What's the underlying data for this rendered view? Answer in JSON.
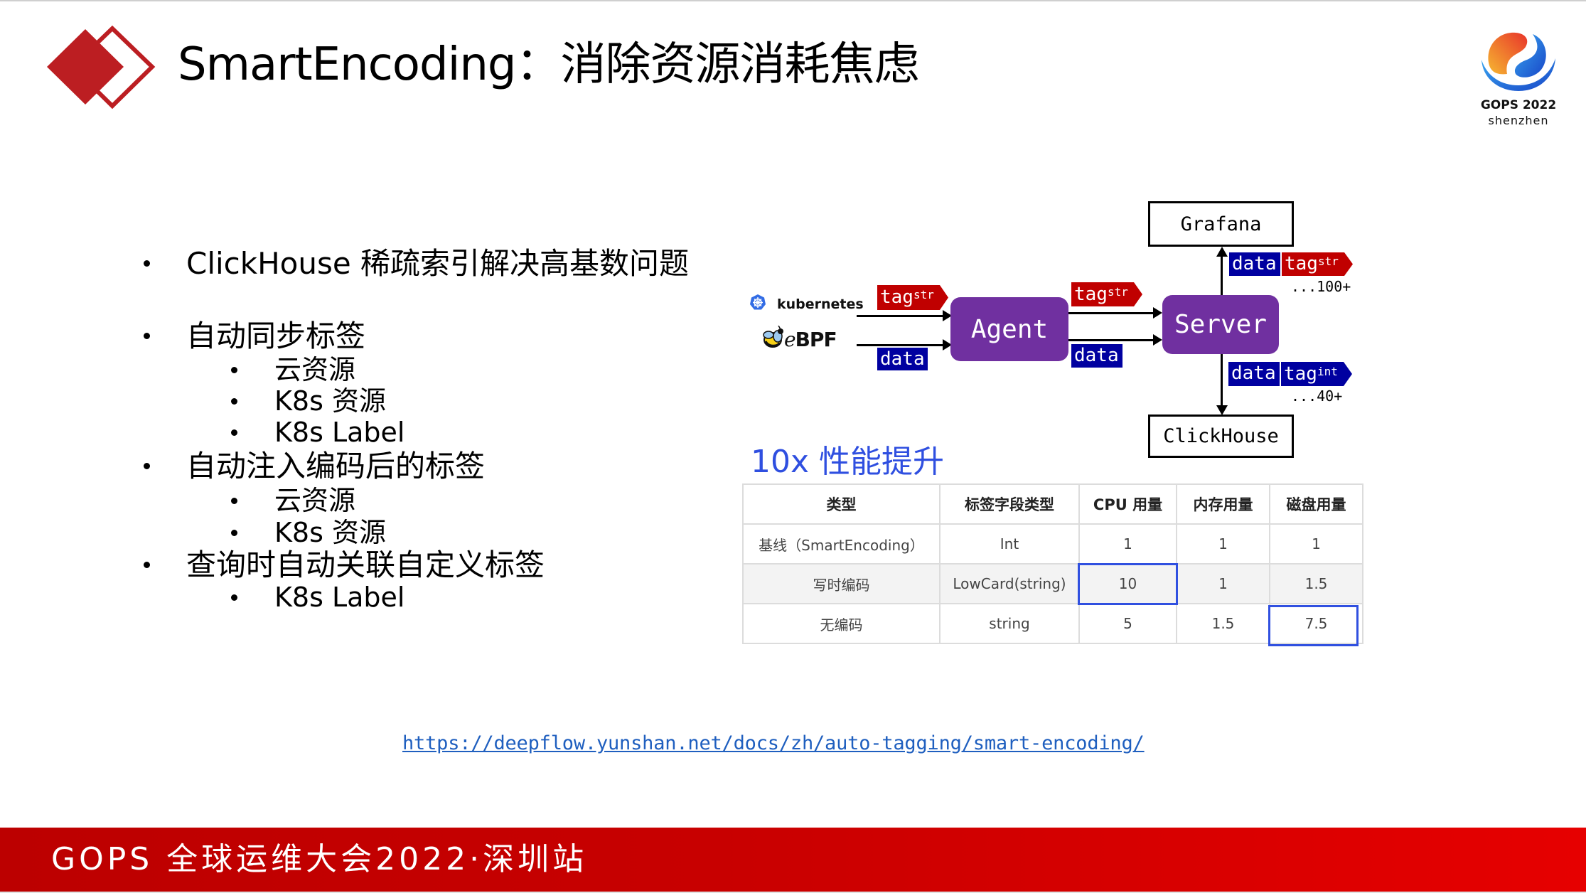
{
  "slide": {
    "title": "SmartEncoding：消除资源消耗焦虑",
    "logo": {
      "line1": "GOPS 2022",
      "line2": "shenzhen"
    }
  },
  "bullets": [
    {
      "level": 1,
      "text": "ClickHouse 稀疏索引解决高基数问题"
    },
    {
      "level": 1,
      "text": "自动同步标签"
    },
    {
      "level": 2,
      "text": "云资源"
    },
    {
      "level": 2,
      "text": "K8s 资源"
    },
    {
      "level": 2,
      "text": "K8s Label"
    },
    {
      "level": 1,
      "text": "自动注入编码后的标签"
    },
    {
      "level": 2,
      "text": "云资源"
    },
    {
      "level": 2,
      "text": "K8s 资源"
    },
    {
      "level": 1,
      "text": "查询时自动关联自定义标签"
    },
    {
      "level": 2,
      "text": "K8s Label"
    }
  ],
  "diagram": {
    "sources": {
      "kubernetes": "kubernetes",
      "ebpf": "eBPF"
    },
    "agent": "Agent",
    "server": "Server",
    "grafana": "Grafana",
    "clickhouse": "ClickHouse",
    "tag_label": "tag",
    "tag_sup_str": "str",
    "tag_sup_int": "int",
    "data_label": "data",
    "grafana_count": "...100+",
    "clickhouse_count": "...40+",
    "colors": {
      "tag_red": "#C00000",
      "data_blue": "#0000A0",
      "node_purple": "#7030A0"
    }
  },
  "perf": {
    "heading": "10x 性能提升",
    "headers": [
      "类型",
      "标签字段类型",
      "CPU 用量",
      "内存用量",
      "磁盘用量"
    ],
    "rows": [
      [
        "基线（SmartEncoding）",
        "Int",
        "1",
        "1",
        "1"
      ],
      [
        "写时编码",
        "LowCard(string)",
        "10",
        "1",
        "1.5"
      ],
      [
        "无编码",
        "string",
        "5",
        "1.5",
        "7.5"
      ]
    ],
    "highlight_color": "#3050E0"
  },
  "link": {
    "url": "https://deepflow.yunshan.net/docs/zh/auto-tagging/smart-encoding/"
  },
  "footer": {
    "text": "GOPS 全球运维大会2022·深圳站"
  }
}
